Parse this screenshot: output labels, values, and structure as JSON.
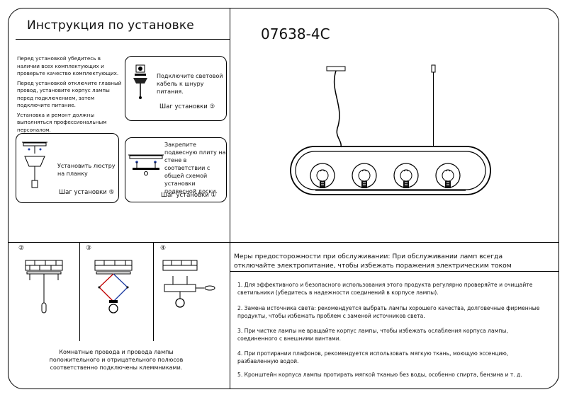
{
  "header": {
    "title": "Инструкция по установке",
    "model": "07638-4C"
  },
  "intro": {
    "p1": "Перед установкой убедитесь в наличии всех комплектующих и проверьте качество комплектующих.",
    "p2": "Перед установкой отключите главный провод, установите корпус лампы перед подключением, затем подключите питание.",
    "p3": "Установка и ремонт должны выполняться профессиональным персоналом."
  },
  "steps": {
    "s3": {
      "text": "Подключите световой кабель к шнуру питания.",
      "label": "Шаг установки ③"
    },
    "s5": {
      "text": "Установить люстру на планку",
      "label": "Шаг установки ⑤"
    },
    "s1": {
      "text": "Закрепите подвесную плиту на стене в соответствии с общей схемой установки подвесной доски.",
      "label": "Шаг установки ①"
    }
  },
  "diagram_markers": {
    "m2": "②",
    "m3": "③",
    "m4": "④"
  },
  "wiring_note": "Комнатные провода и провода лампы положительного и отрицательного полюсов соответственно подключены клеммниками.",
  "care": {
    "title": "Меры предосторожности при обслуживании: При обслуживании ламп всегда отключайте электропитание, чтобы избежать поражения электрическим током",
    "items": [
      "1. Для эффективного и безопасного использования этого продукта регулярно проверяйте и очищайте светильники (убедитесь в надежности соединений в корпусе лампы).",
      "2. Замена источника света: рекомендуется выбрать лампы хорошего качества, долговечные фирменные продукты, чтобы избежать проблем с заменой источников света.",
      "3. При чистке лампы не вращайте корпус лампы, чтобы избежать ослабления корпуса лампы, соединенного с внешними винтами.",
      "4. При протирании плафонов, рекомендуется использовать мягкую ткань, моющую эссенцию, разбавленную водой.",
      "5. Кронштейн корпуса лампы протирать мягкой тканью без воды, особенно спирта, бензина и т. д."
    ]
  },
  "bulb_count": 4
}
